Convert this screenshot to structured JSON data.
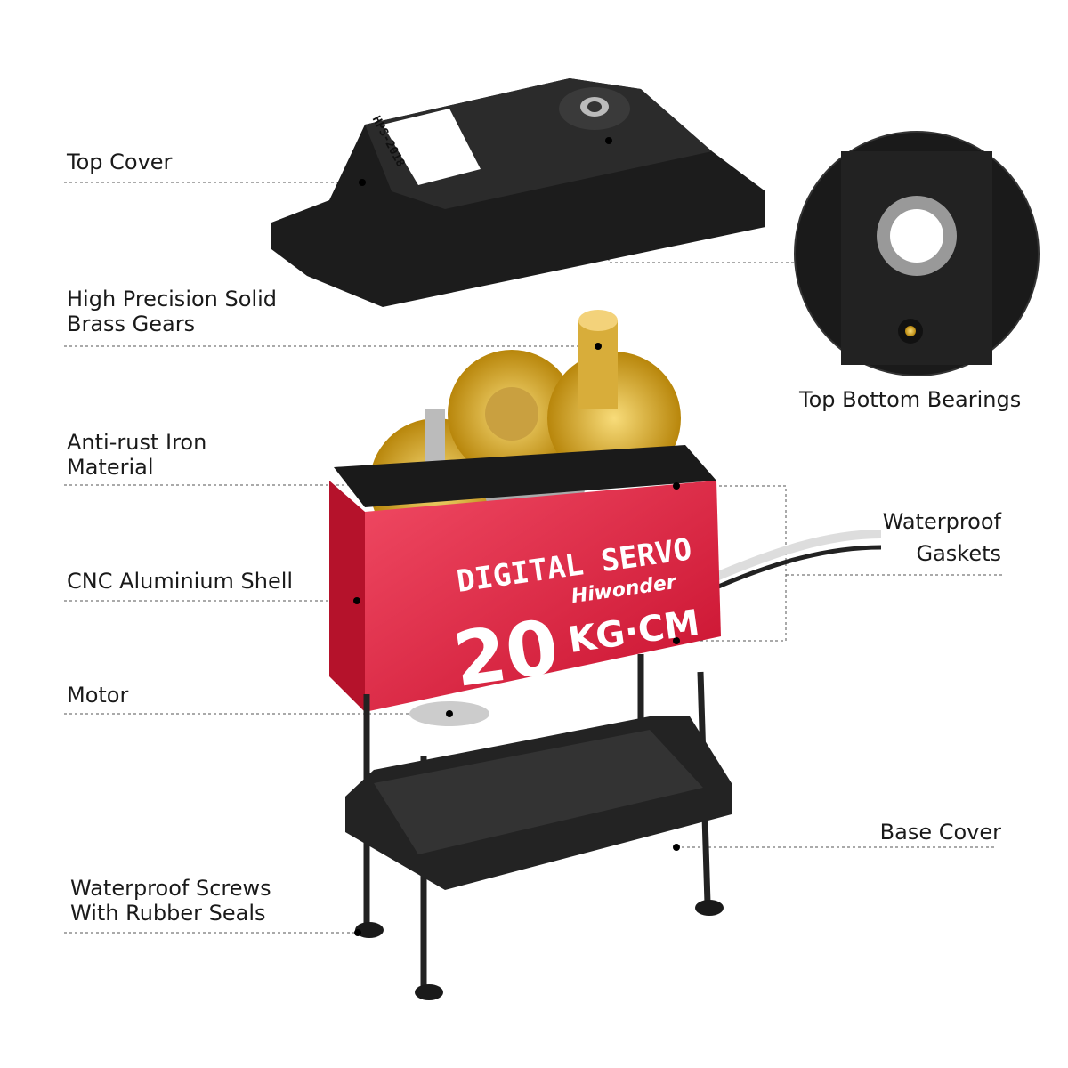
{
  "labels": {
    "top_cover": "Top Cover",
    "brass_gears_1": "High Precision Solid",
    "brass_gears_2": "Brass Gears",
    "iron_1": "Anti-rust Iron",
    "iron_2": "Material",
    "shell": "CNC Aluminium Shell",
    "motor": "Motor",
    "screws_1": "Waterproof Screws",
    "screws_2": "With Rubber Seals",
    "bearings": "Top Bottom Bearings",
    "gaskets_1": "Waterproof",
    "gaskets_2": "Gaskets",
    "base_cover": "Base Cover"
  },
  "product": {
    "brand": "Hiwonder",
    "model": "HPS-2018",
    "type": "DIGITAL SERVO",
    "torque_value": "20",
    "torque_unit": "KG·CM"
  },
  "colors": {
    "shell": "#e0203f",
    "brass": "#d9a520",
    "plastic": "#1e1e1e"
  }
}
